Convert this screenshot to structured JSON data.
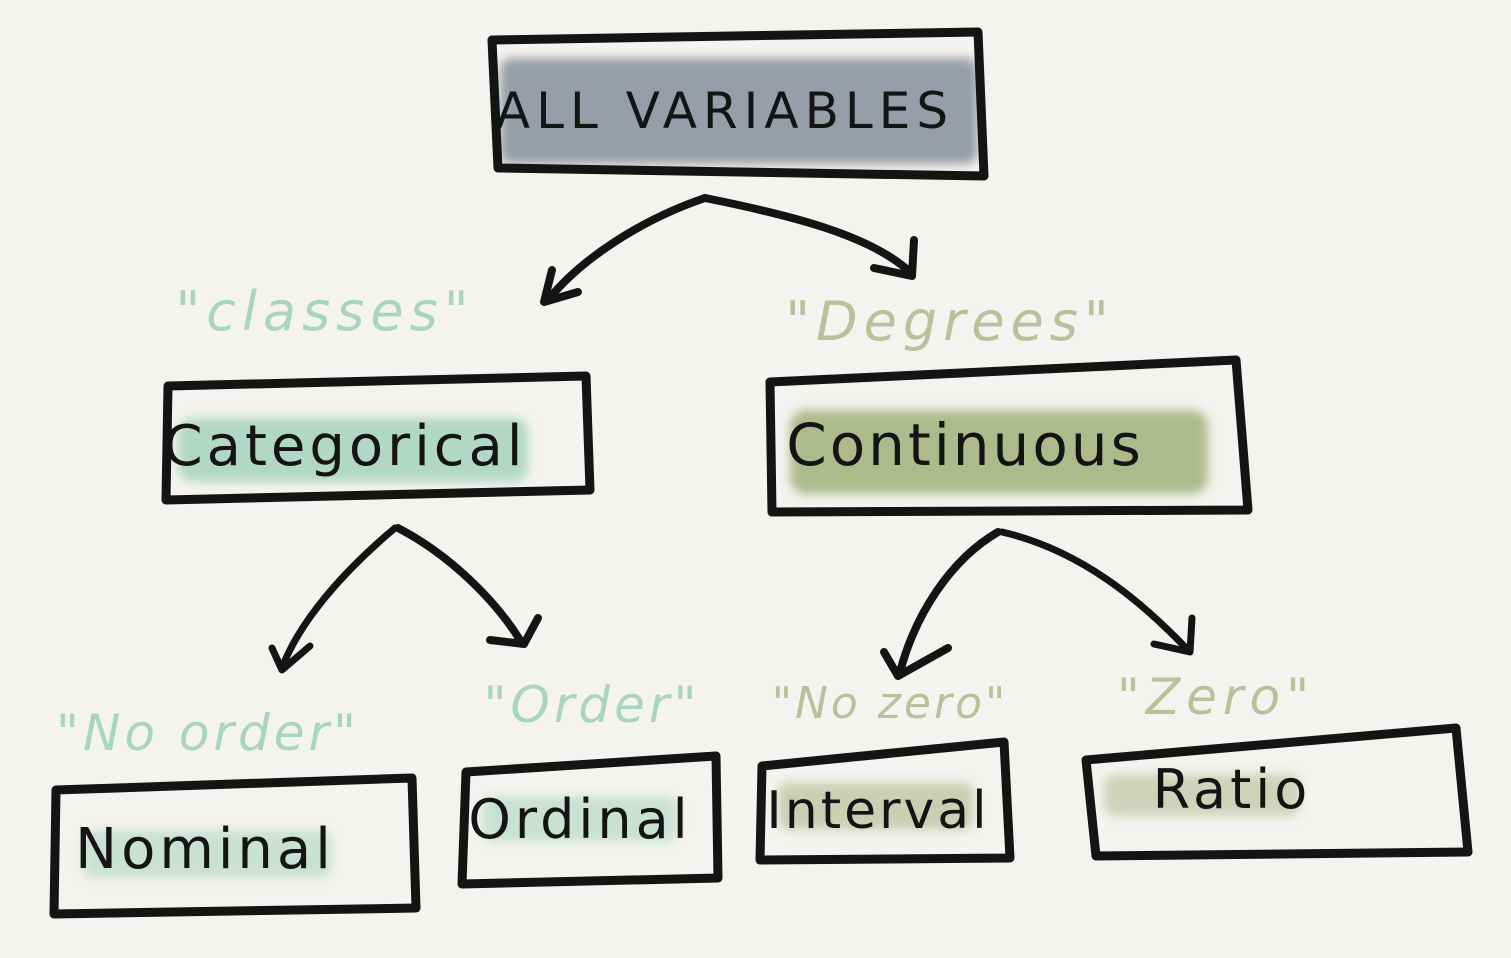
{
  "diagram": {
    "colors": {
      "ink": "#141414",
      "gray_wash": "#8d95a1",
      "mint_wash": "#a6d3c0",
      "mint_text": "#a9d4c4",
      "olive_wash": "#a7b482",
      "olive_text": "#b7c29a"
    },
    "nodes": {
      "root": {
        "label": "ALL VARIABLES"
      },
      "categorical": {
        "label": "Categorical"
      },
      "continuous": {
        "label": "Continuous"
      },
      "nominal": {
        "label": "Nominal"
      },
      "ordinal": {
        "label": "Ordinal"
      },
      "interval": {
        "label": "Interval"
      },
      "ratio": {
        "label": "Ratio"
      }
    },
    "edge_labels": {
      "classes": "\"classes\"",
      "degrees": "\"Degrees\"",
      "no_order": "\"No order\"",
      "order": "\"Order\"",
      "no_zero": "\"No zero\"",
      "zero": "\"Zero\""
    }
  }
}
